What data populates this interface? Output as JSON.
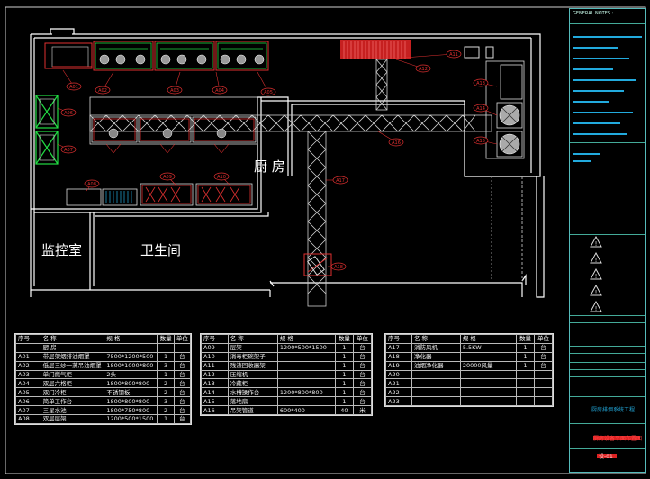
{
  "rooms": {
    "kitchen": "厨  房",
    "monitor": "监控室",
    "toilet": "卫生间"
  },
  "callouts": [
    "A01",
    "A02",
    "A03",
    "A04",
    "A05",
    "A06",
    "A07",
    "A08",
    "A09",
    "A10",
    "A11",
    "A12",
    "A13",
    "A14",
    "A15",
    "A16",
    "A17",
    "A18"
  ],
  "tables": [
    {
      "headers": [
        "序号",
        "名   称",
        "规   格",
        "数量",
        "单位"
      ],
      "rows": [
        [
          "",
          "厨  房",
          "",
          "",
          ""
        ],
        [
          "A01",
          "带层架烟排油烟罩",
          "7500*1200*500",
          "1",
          "台"
        ],
        [
          "A02",
          "低层三炒一蒸吊油烟罩",
          "1800*1000*800",
          "3",
          "台"
        ],
        [
          "A03",
          "单门燃气柜",
          "2头",
          "1",
          "台"
        ],
        [
          "A04",
          "双层六格柜",
          "1800*800*800",
          "2",
          "台"
        ],
        [
          "A05",
          "双门冷柜",
          "不锈钢板",
          "2",
          "台"
        ],
        [
          "A06",
          "简单工作台",
          "1800*800*800",
          "3",
          "台"
        ],
        [
          "A07",
          "三星水池",
          "1800*750*800",
          "2",
          "台"
        ],
        [
          "A08",
          "双层层架",
          "1200*500*1500",
          "1",
          "台"
        ]
      ]
    },
    {
      "headers": [
        "序号",
        "名   称",
        "规   格",
        "数量",
        "单位"
      ],
      "rows": [
        [
          "A09",
          "层架",
          "1200*500*1500",
          "1",
          "台"
        ],
        [
          "A10",
          "消毒柜碗架子",
          "",
          "1",
          "台"
        ],
        [
          "A11",
          "残渣回收器架",
          "",
          "1",
          "台"
        ],
        [
          "A12",
          "压缩机",
          "",
          "1",
          "台"
        ],
        [
          "A13",
          "冷藏柜",
          "",
          "1",
          "台"
        ],
        [
          "A14",
          "水槽操作台",
          "1200*800*800",
          "1",
          "台"
        ],
        [
          "A15",
          "落地扇",
          "",
          "1",
          "台"
        ],
        [
          "A16",
          "吊架管道",
          "600*400",
          "40",
          "米"
        ]
      ]
    },
    {
      "headers": [
        "序号",
        "名   称",
        "规   格",
        "数量",
        "单位"
      ],
      "rows": [
        [
          "A17",
          "消防风机",
          "5.5KW",
          "1",
          "台"
        ],
        [
          "A18",
          "净化器",
          "",
          "1",
          "台"
        ],
        [
          "A19",
          "油烟净化器",
          "20000风量",
          "1",
          "台"
        ],
        [
          "A20",
          "",
          "",
          "",
          ""
        ],
        [
          "A21",
          "",
          "",
          "",
          ""
        ],
        [
          "A22",
          "",
          "",
          "",
          ""
        ],
        [
          "A23",
          "",
          "",
          "",
          ""
        ]
      ]
    }
  ],
  "title_block": {
    "general_notes": "GENERAL NOTES :",
    "project_name": "厨房排烟系统工程",
    "drawing_title": "厨房设备平面布置图",
    "drawing_no": "设-01"
  },
  "colors": {
    "wall": "#ffffff",
    "equipment": "#e03030",
    "duct": "#d0d0d0",
    "green": "#22dd44",
    "cyan": "#22aadd"
  }
}
